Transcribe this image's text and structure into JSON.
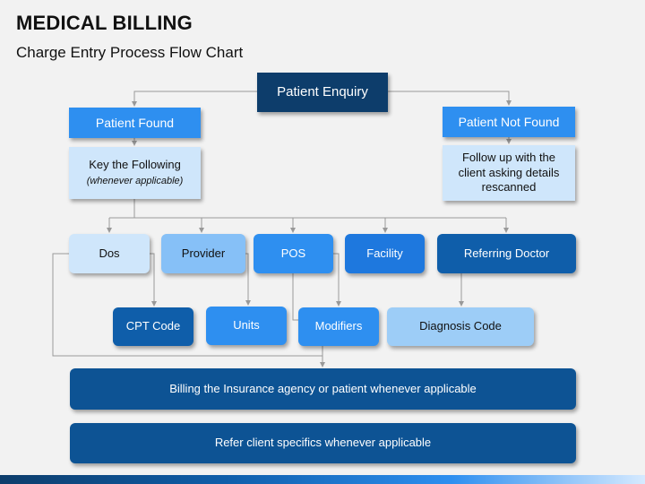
{
  "header": {
    "title": "MEDICAL BILLING",
    "subtitle": "Charge Entry Process Flow Chart"
  },
  "flow": {
    "patient_enquiry": "Patient Enquiry",
    "patient_found": "Patient Found",
    "patient_not_found": "Patient Not Found",
    "key_following": "Key the Following",
    "key_following_note": "(whenever applicable)",
    "follow_up": "Follow up with the client asking details rescanned",
    "items": {
      "dos": "Dos",
      "provider": "Provider",
      "pos": "POS",
      "facility": "Facility",
      "referring_doctor": "Referring Doctor"
    },
    "codes": {
      "cpt_code": "CPT Code",
      "units": "Units",
      "modifiers": "Modifiers",
      "diagnosis_code": "Diagnosis Code"
    },
    "billing": "Billing the Insurance agency or patient whenever applicable",
    "refer": "Refer client specifics whenever applicable"
  },
  "colors": {
    "dark_navy": "#0d3d6b",
    "dark_blue": "#0d5394",
    "medium_blue": "#0f5eaa",
    "bright_blue": "#2e8ff0",
    "light_blue": "#86c0f7",
    "pale_blue": "#cfe6fb",
    "background": "#f2f2f2"
  }
}
